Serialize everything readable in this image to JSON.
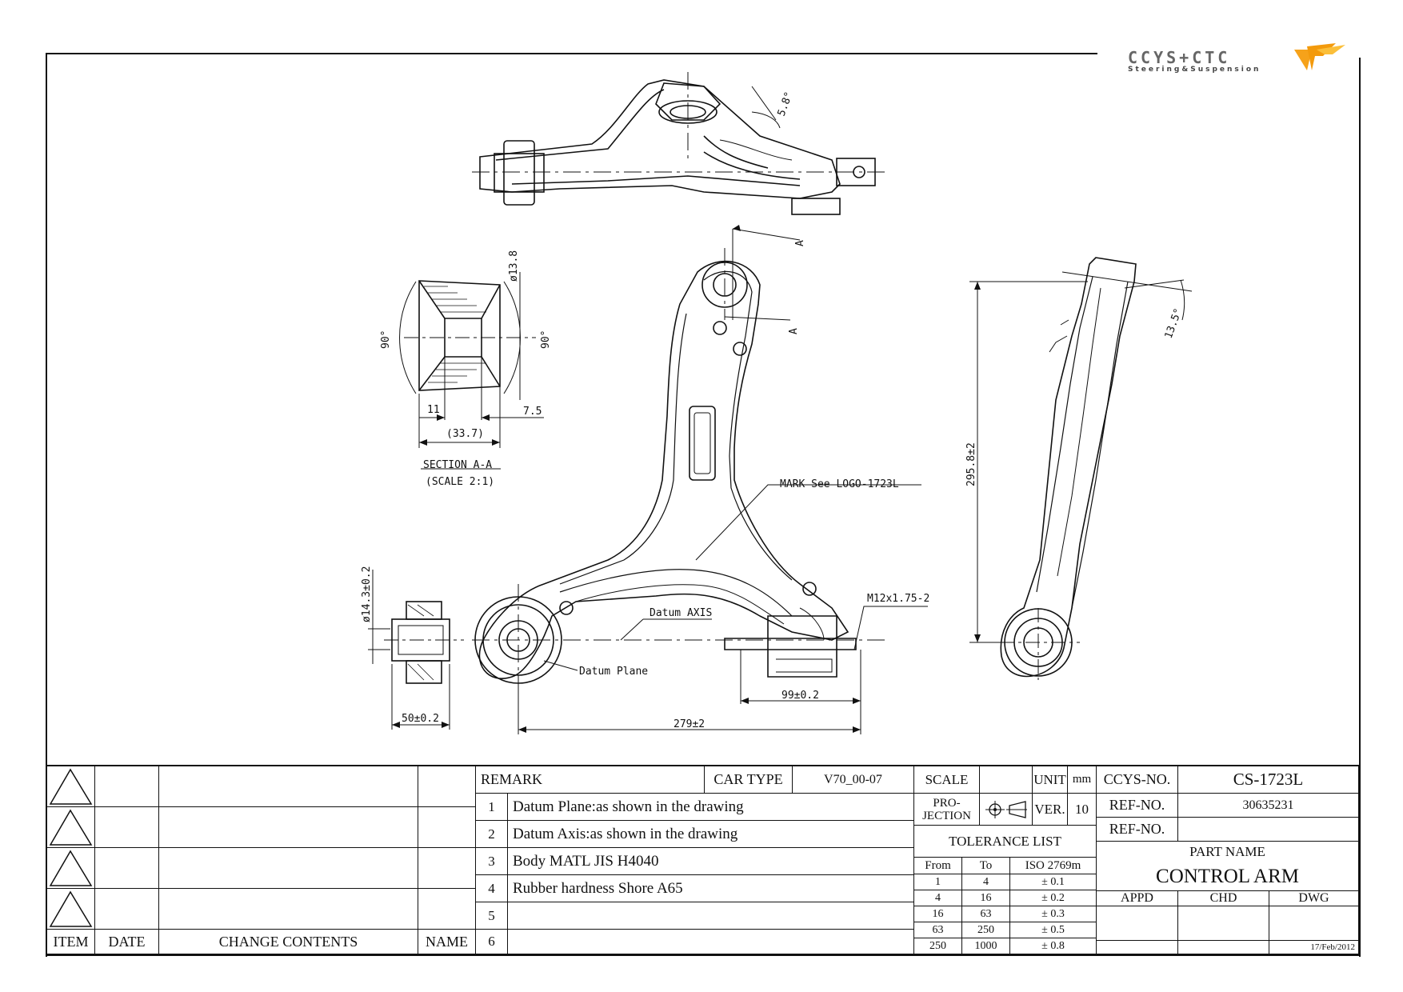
{
  "logo": {
    "word": "CCYS+CTC",
    "tagline": "Steering&Suspension"
  },
  "dims": {
    "section_title": "SECTION A-A",
    "section_scale": "(SCALE 2:1)",
    "dia_13_8": "ø13.8",
    "angle_90_left": "90°",
    "angle_90_right": "90°",
    "dim_11": "11",
    "dim_7_5": "7.5",
    "dim_33_7": "(33.7)",
    "angle_5_8": "5.8°",
    "section_a_top": "A",
    "section_a_bottom": "A",
    "mark_note": "MARK See LOGO-1723L",
    "datum_axis": "Datum AXIS",
    "datum_plane": "Datum Plane",
    "thread": "M12x1.75-2",
    "dim_99": "99±0.2",
    "dim_279": "279±2",
    "dim_50": "50±0.2",
    "dia_14_3": "ø14.3±0.2",
    "dim_295": "295.8±2",
    "angle_13_5": "13.5°"
  },
  "revision": {
    "headers": {
      "item": "ITEM",
      "date": "DATE",
      "change": "CHANGE CONTENTS",
      "name": "NAME"
    }
  },
  "remark": {
    "title": "REMARK",
    "car_type_label": "CAR TYPE",
    "car_type_value": "V70_00-07",
    "rows": [
      {
        "no": "1",
        "text": "Datum Plane:as shown in the drawing"
      },
      {
        "no": "2",
        "text": "Datum Axis:as shown in the drawing"
      },
      {
        "no": "3",
        "text": "Body MATL JIS H4040"
      },
      {
        "no": "4",
        "text": "Rubber hardness Shore A65"
      },
      {
        "no": "5",
        "text": ""
      },
      {
        "no": "6",
        "text": ""
      }
    ]
  },
  "spec": {
    "scale_label": "SCALE",
    "unit_label": "UNIT",
    "unit_value": "mm",
    "projection_label_1": "PRO-",
    "projection_label_2": "JECTION",
    "ver_label": "VER.",
    "ver_value": "10",
    "tolerance_title": "TOLERANCE LIST",
    "tol_headers": {
      "from": "From",
      "to": "To",
      "iso": "ISO 2769m"
    },
    "tolerances": [
      {
        "from": "1",
        "to": "4",
        "tol": "± 0.1"
      },
      {
        "from": "4",
        "to": "16",
        "tol": "± 0.2"
      },
      {
        "from": "16",
        "to": "63",
        "tol": "± 0.3"
      },
      {
        "from": "63",
        "to": "250",
        "tol": "± 0.5"
      },
      {
        "from": "250",
        "to": "1000",
        "tol": "± 0.8"
      }
    ]
  },
  "part": {
    "ccys_label": "CCYS-NO.",
    "ccys_value": "CS-1723L",
    "ref1_label": "REF-NO.",
    "ref1_value": "30635231",
    "ref2_label": "REF-NO.",
    "ref2_value": "",
    "part_name_label": "PART NAME",
    "part_name": "CONTROL ARM",
    "appd": "APPD",
    "chd": "CHD",
    "dwg": "DWG",
    "date": "17/Feb/2012"
  }
}
